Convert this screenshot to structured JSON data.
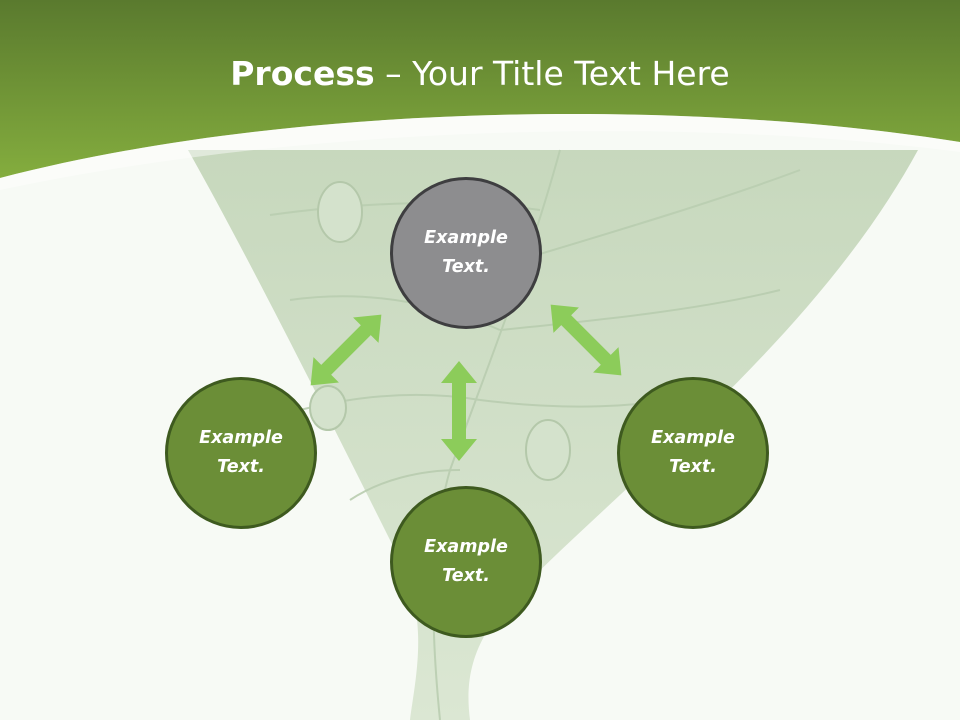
{
  "slide": {
    "title_bold": "Process",
    "title_sep": " – ",
    "title_rest": "Your Title Text Here"
  },
  "diagram": {
    "top": {
      "line1": "Example",
      "line2": "Text."
    },
    "left": {
      "line1": "Example",
      "line2": "Text."
    },
    "bottom": {
      "line1": "Example",
      "line2": "Text."
    },
    "right": {
      "line1": "Example",
      "line2": "Text."
    }
  },
  "colors": {
    "header_dark": "#5a7a2e",
    "header_light": "#84ad3e",
    "node_green": "#6b8e37",
    "node_gray": "#8d8d8f",
    "arrow": "#8ccc5a"
  }
}
